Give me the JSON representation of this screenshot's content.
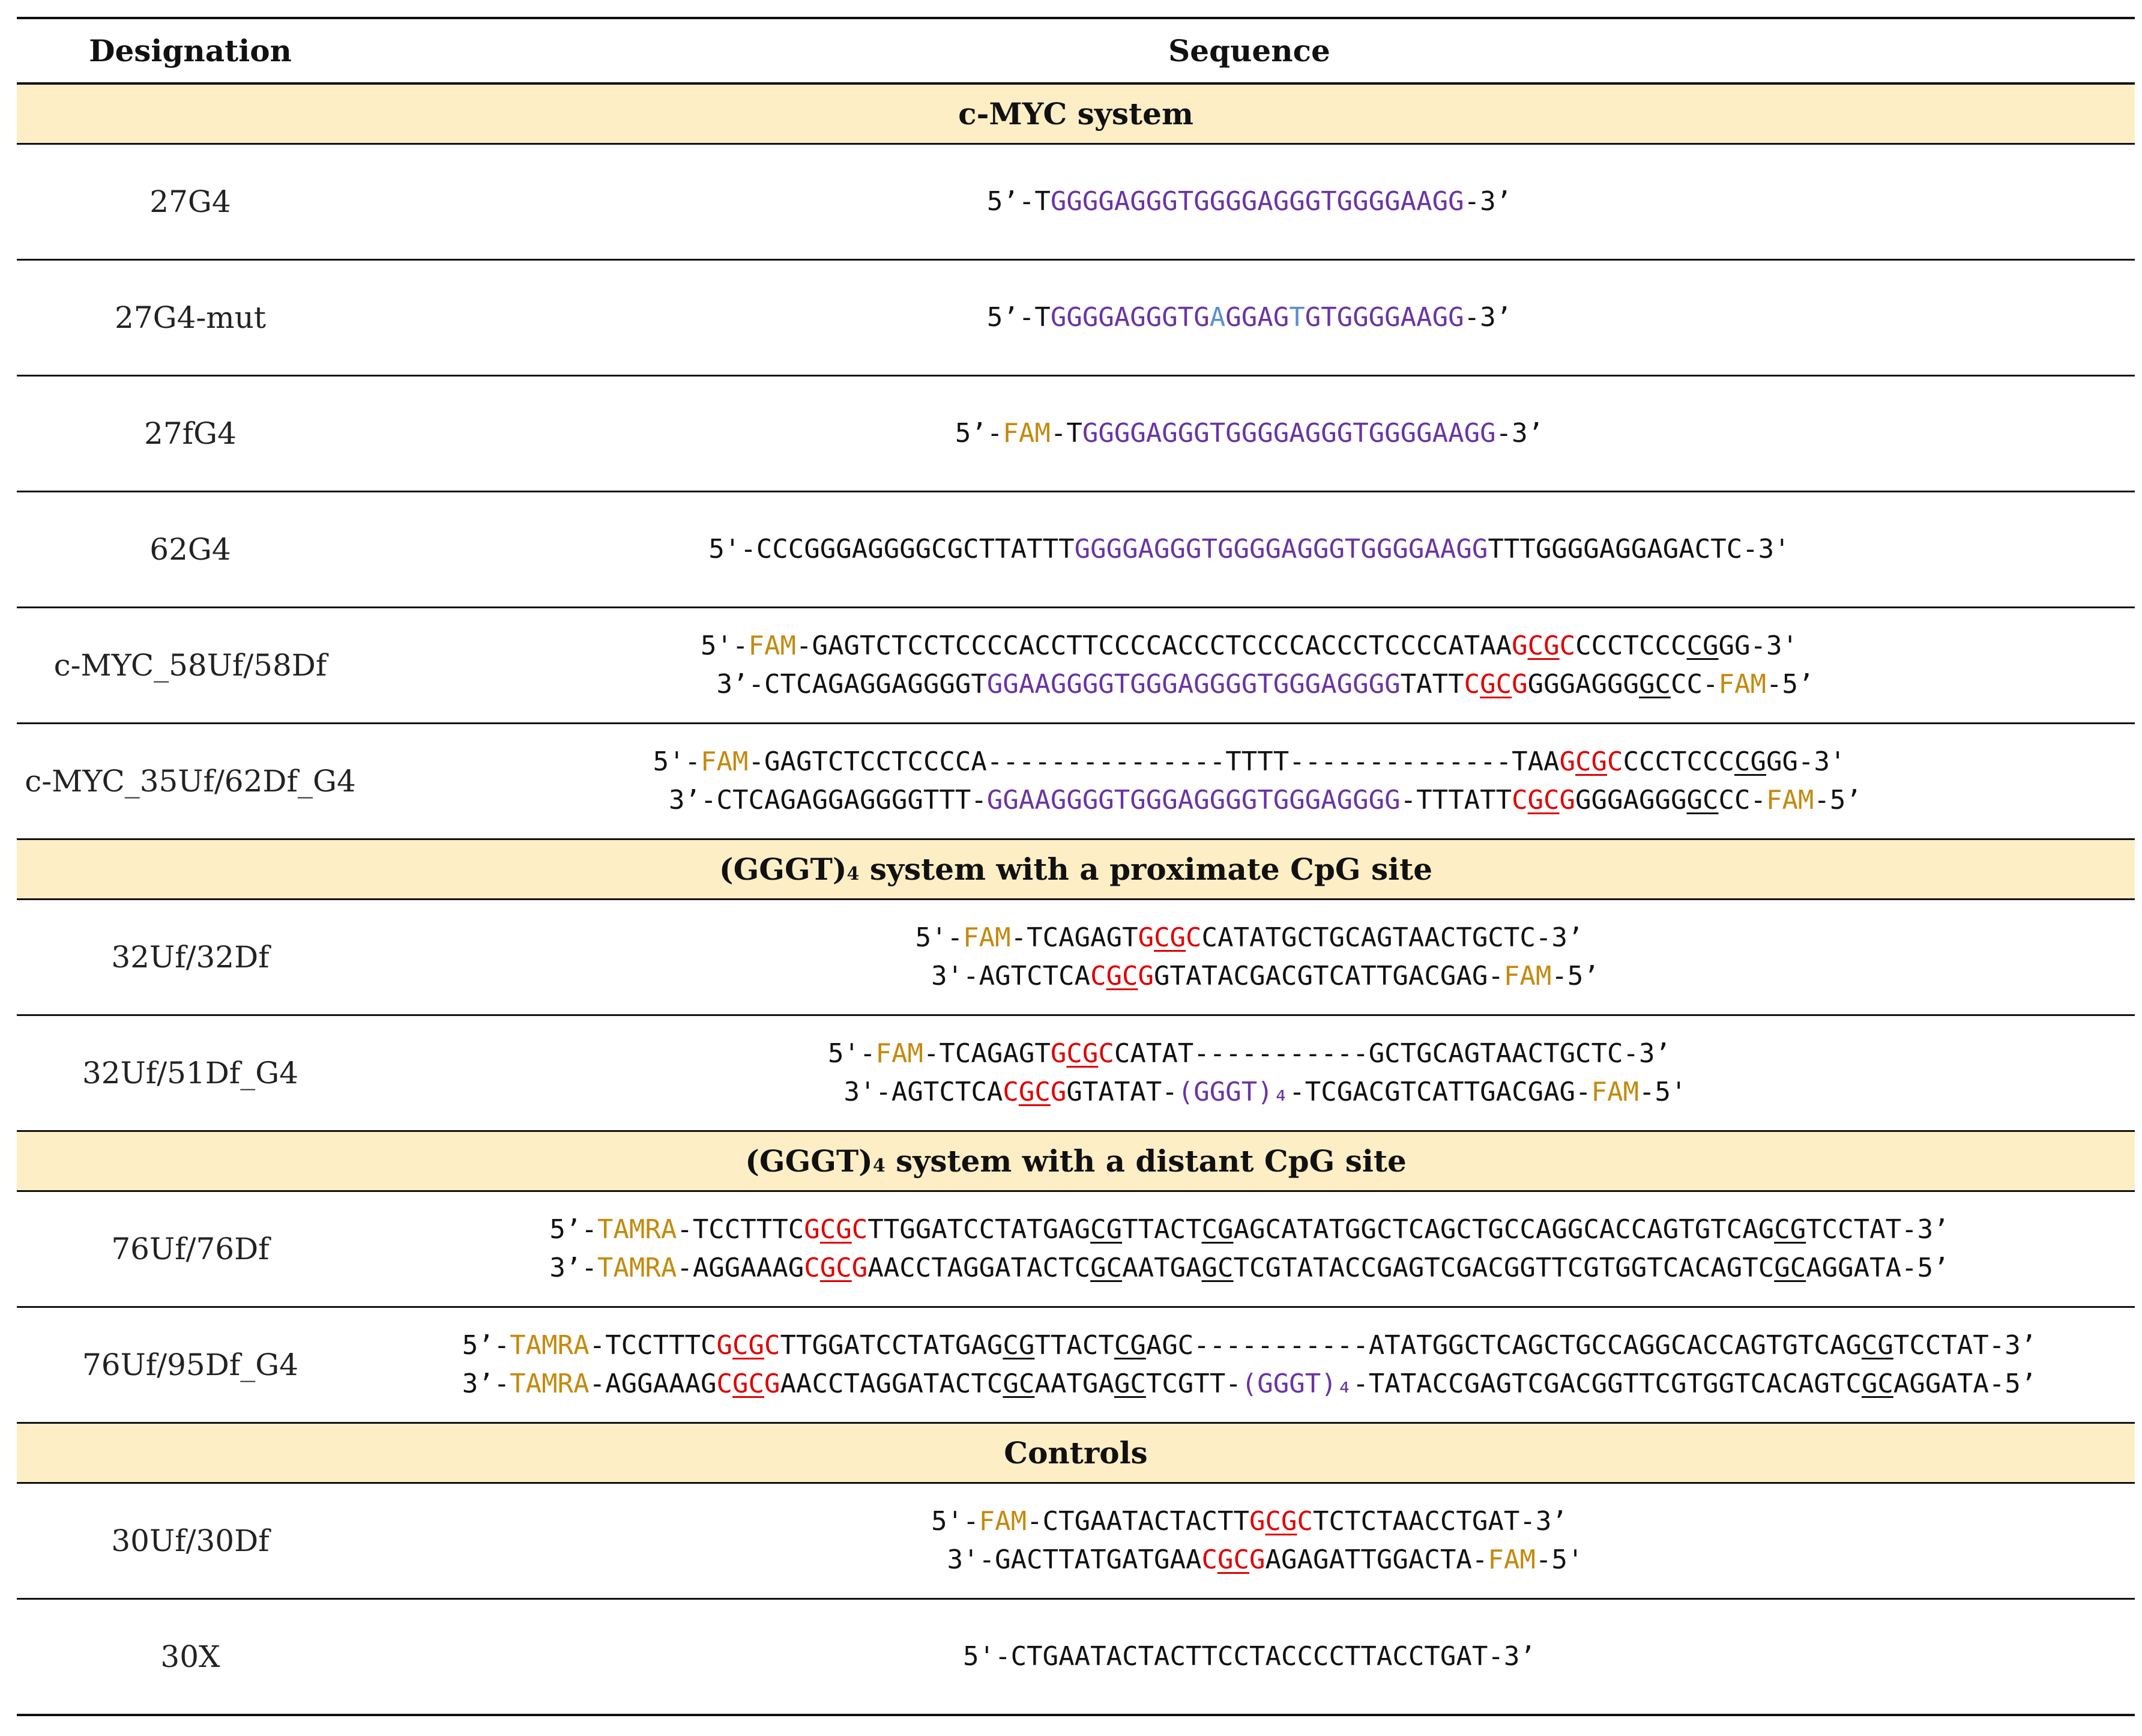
{
  "header": {
    "designation": "Designation",
    "sequence": "Sequence"
  },
  "colors": {
    "g4": "#6b34a3",
    "fluorophore": "#c48a0e",
    "cpg": "#e00000",
    "mutation": "#5b8fd0",
    "section_bg": "#fdeec5"
  },
  "sections": [
    {
      "title_parts": [
        {
          "t": "c-MYC system"
        }
      ],
      "rows": [
        {
          "designation": "27G4",
          "lines": [
            [
              [
                "5’-T",
                ""
              ],
              [
                "GGGGAGGGTGGGGAGGGTGGGGAAGG",
                "g4"
              ],
              [
                "-3’",
                ""
              ]
            ]
          ]
        },
        {
          "designation": "27G4-mut",
          "lines": [
            [
              [
                "5’-T",
                ""
              ],
              [
                "GGGGAGGGTG",
                "g4"
              ],
              [
                "A",
                "mut"
              ],
              [
                "GGAG",
                "g4"
              ],
              [
                "T",
                "mut"
              ],
              [
                "GTGGGGAAGG",
                "g4"
              ],
              [
                "-3’",
                ""
              ]
            ]
          ]
        },
        {
          "designation": "27fG4",
          "lines": [
            [
              [
                "5’-",
                ""
              ],
              [
                "FAM",
                "fam"
              ],
              [
                "-T",
                ""
              ],
              [
                "GGGGAGGGTGGGGAGGGTGGGGAAGG",
                "g4"
              ],
              [
                "-3’",
                ""
              ]
            ]
          ]
        },
        {
          "designation": "62G4",
          "lines": [
            [
              [
                "5'-CCCGGGAGGGGCGCTTATTT",
                ""
              ],
              [
                "GGGGAGGGTGGGGAGGGTGGGGAAGG",
                "g4"
              ],
              [
                "TTTGGGGAGGAGACTC-3'",
                ""
              ]
            ]
          ]
        },
        {
          "designation": "c-MYC_58Uf/58Df",
          "lines": [
            [
              [
                "5'-",
                ""
              ],
              [
                "FAM",
                "fam"
              ],
              [
                "-GAGTCTCCTCCCCACCTTCCCCACCCTCCCCACCCTCCCCATAA",
                ""
              ],
              [
                "G",
                "cpg"
              ],
              [
                "CG",
                "cpg ul"
              ],
              [
                "C",
                "cpg"
              ],
              [
                "CCCTCCC",
                ""
              ],
              [
                "CG",
                "ul"
              ],
              [
                "GG-3'",
                ""
              ]
            ],
            [
              [
                "  3’-CTCAGAGGAGGGGT",
                ""
              ],
              [
                "GGAAGGGGTGGGAGGGGTGGGAGGGG",
                "g4"
              ],
              [
                "TATT",
                ""
              ],
              [
                "C",
                "cpg"
              ],
              [
                "GC",
                "cpg ul"
              ],
              [
                "G",
                "cpg"
              ],
              [
                "GGGAGGG",
                ""
              ],
              [
                "GC",
                "ul"
              ],
              [
                "CC-",
                ""
              ],
              [
                "FAM",
                "fam"
              ],
              [
                "-5’",
                ""
              ]
            ]
          ]
        },
        {
          "designation": "c-MYC_35Uf/62Df_G4",
          "lines": [
            [
              [
                "5'-",
                ""
              ],
              [
                "FAM",
                "fam"
              ],
              [
                "-GAGTCTCCTCCCCA---------------TTTT--------------TAA",
                ""
              ],
              [
                "G",
                "cpg"
              ],
              [
                "CG",
                "cpg ul"
              ],
              [
                "C",
                "cpg"
              ],
              [
                "CCCTCCC",
                ""
              ],
              [
                "CG",
                "ul"
              ],
              [
                "GG-3'",
                ""
              ]
            ],
            [
              [
                "  3’-CTCAGAGGAGGGGTTT-",
                ""
              ],
              [
                "GGAAGGGGTGGGAGGGGTGGGAGGGG",
                "g4"
              ],
              [
                "-TTTATT",
                ""
              ],
              [
                "C",
                "cpg"
              ],
              [
                "GC",
                "cpg ul"
              ],
              [
                "G",
                "cpg"
              ],
              [
                "GGGAGGG",
                ""
              ],
              [
                "GC",
                "ul"
              ],
              [
                "CC-",
                ""
              ],
              [
                "FAM",
                "fam"
              ],
              [
                "-5’",
                ""
              ]
            ]
          ]
        }
      ]
    },
    {
      "title_parts": [
        {
          "t": "(GGGT)"
        },
        {
          "t": "4",
          "sub": true
        },
        {
          "t": " system with a proximate CpG site"
        }
      ],
      "rows": [
        {
          "designation": "32Uf/32Df",
          "lines": [
            [
              [
                "5'-",
                ""
              ],
              [
                "FAM",
                "fam"
              ],
              [
                "-TCAGAGT",
                ""
              ],
              [
                "G",
                "cpg"
              ],
              [
                "CG",
                "cpg ul"
              ],
              [
                "C",
                "cpg"
              ],
              [
                "CATATGCTGCAGTAACTGCTC-3’",
                ""
              ]
            ],
            [
              [
                "  3'-AGTCTCA",
                ""
              ],
              [
                "C",
                "cpg"
              ],
              [
                "GC",
                "cpg ul"
              ],
              [
                "G",
                "cpg"
              ],
              [
                "GTATACGACGTCATTGACGAG-",
                ""
              ],
              [
                "FAM",
                "fam"
              ],
              [
                "-5’",
                ""
              ]
            ]
          ]
        },
        {
          "designation": "32Uf/51Df_G4",
          "lines": [
            [
              [
                "5'-",
                ""
              ],
              [
                "FAM",
                "fam"
              ],
              [
                "-TCAGAGT",
                ""
              ],
              [
                "G",
                "cpg"
              ],
              [
                "CG",
                "cpg ul"
              ],
              [
                "C",
                "cpg"
              ],
              [
                "CATAT-----------GCTGCAGTAACTGCTC-3’",
                ""
              ]
            ],
            [
              [
                "  3'-AGTCTCA",
                ""
              ],
              [
                "C",
                "cpg"
              ],
              [
                "GC",
                "cpg ul"
              ],
              [
                "G",
                "cpg"
              ],
              [
                "GTATAT-",
                ""
              ],
              [
                "(GGGT)₄",
                "g4"
              ],
              [
                "-TCGACGTCATTGACGAG-",
                ""
              ],
              [
                "FAM",
                "fam"
              ],
              [
                "-5'",
                ""
              ]
            ]
          ]
        }
      ]
    },
    {
      "title_parts": [
        {
          "t": "(GGGT)"
        },
        {
          "t": "4",
          "sub": true
        },
        {
          "t": " system with a distant CpG site"
        }
      ],
      "rows": [
        {
          "designation": "76Uf/76Df",
          "lines": [
            [
              [
                "5’-",
                ""
              ],
              [
                "TAMRA",
                "fam"
              ],
              [
                "-TCCTTTC",
                ""
              ],
              [
                "G",
                "cpg"
              ],
              [
                "CG",
                "cpg ul"
              ],
              [
                "C",
                "cpg"
              ],
              [
                "TTGGATCCTATGAG",
                ""
              ],
              [
                "CG",
                "ul"
              ],
              [
                "TTACT",
                ""
              ],
              [
                "CG",
                "ul"
              ],
              [
                "AGCATATGGCTCAGCTGCCAGGCACCAGTGTCAG",
                ""
              ],
              [
                "CG",
                "ul"
              ],
              [
                "TCCTAT-3’",
                ""
              ]
            ],
            [
              [
                "3’-",
                ""
              ],
              [
                "TAMRA",
                "fam"
              ],
              [
                "-AGGAAAG",
                ""
              ],
              [
                "C",
                "cpg"
              ],
              [
                "GC",
                "cpg ul"
              ],
              [
                "G",
                "cpg"
              ],
              [
                "AACCTAGGATACTC",
                ""
              ],
              [
                "GC",
                "ul"
              ],
              [
                "AATGA",
                ""
              ],
              [
                "GC",
                "ul"
              ],
              [
                "TCGTATACCGAGTCGACGGTTCGTGGTCACAGTC",
                ""
              ],
              [
                "GC",
                "ul"
              ],
              [
                "AGGATA-5’",
                ""
              ]
            ]
          ]
        },
        {
          "designation": "76Uf/95Df_G4",
          "lines": [
            [
              [
                "5’-",
                ""
              ],
              [
                "TAMRA",
                "fam"
              ],
              [
                "-TCCTTTC",
                ""
              ],
              [
                "G",
                "cpg"
              ],
              [
                "CG",
                "cpg ul"
              ],
              [
                "C",
                "cpg"
              ],
              [
                "TTGGATCCTATGAG",
                ""
              ],
              [
                "CG",
                "ul"
              ],
              [
                "TTACT",
                ""
              ],
              [
                "CG",
                "ul"
              ],
              [
                "AGC-----------ATATGGCTCAGCTGCCAGGCACCAGTGTCAG",
                ""
              ],
              [
                "CG",
                "ul"
              ],
              [
                "TCCTAT-3’",
                ""
              ]
            ],
            [
              [
                "3’-",
                ""
              ],
              [
                "TAMRA",
                "fam"
              ],
              [
                "-AGGAAAG",
                ""
              ],
              [
                "C",
                "cpg"
              ],
              [
                "GC",
                "cpg ul"
              ],
              [
                "G",
                "cpg"
              ],
              [
                "AACCTAGGATACTC",
                ""
              ],
              [
                "GC",
                "ul"
              ],
              [
                "AATGA",
                ""
              ],
              [
                "GC",
                "ul"
              ],
              [
                "TCGTT-",
                ""
              ],
              [
                "(GGGT)₄",
                "g4"
              ],
              [
                "-TATACCGAGTCGACGGTTCGTGGTCACAGTC",
                ""
              ],
              [
                "GC",
                "ul"
              ],
              [
                "AGGATA-5’",
                ""
              ]
            ]
          ]
        }
      ]
    },
    {
      "title_parts": [
        {
          "t": "Controls"
        }
      ],
      "rows": [
        {
          "designation": "30Uf/30Df",
          "lines": [
            [
              [
                "5'-",
                ""
              ],
              [
                "FAM",
                "fam"
              ],
              [
                "-CTGAATACTACTT",
                ""
              ],
              [
                "G",
                "cpg"
              ],
              [
                "CG",
                "cpg ul"
              ],
              [
                "C",
                "cpg"
              ],
              [
                "TCTCTAACCTGAT-3’",
                ""
              ]
            ],
            [
              [
                "  3'-GACTTATGATGAA",
                ""
              ],
              [
                "C",
                "cpg"
              ],
              [
                "GC",
                "cpg ul"
              ],
              [
                "G",
                "cpg"
              ],
              [
                "AGAGATTGGACTA-",
                ""
              ],
              [
                "FAM",
                "fam"
              ],
              [
                "-5'",
                ""
              ]
            ]
          ]
        },
        {
          "designation": "30X",
          "lines": [
            [
              [
                "5'-CTGAATACTACTTCCTACCCCTTACCTGAT-3’",
                ""
              ]
            ]
          ]
        }
      ]
    }
  ]
}
